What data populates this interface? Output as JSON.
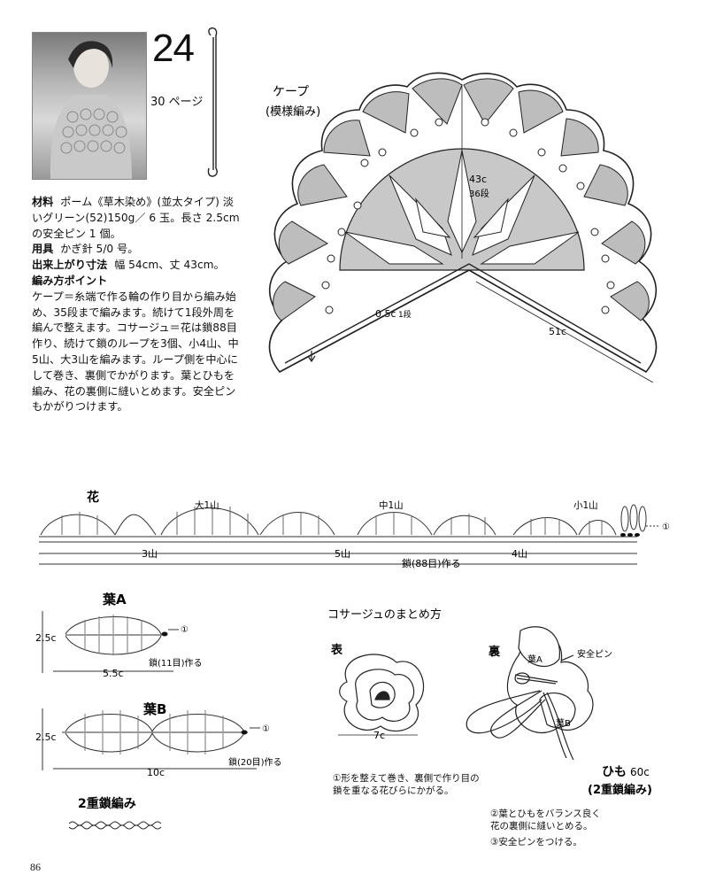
{
  "header": {
    "pattern_number": "24",
    "page_ref": "30 ページ"
  },
  "instructions": {
    "material_label": "材料",
    "material_text": "ポーム《草木染め》(並太タイプ) 淡いグリーン(52)150g／ 6 玉。長さ 2.5cm の安全ピン 1 個。",
    "tools_label": "用具",
    "tools_text": "かぎ針 5/0 号。",
    "size_label": "出来上がり寸法",
    "size_text": "幅 54cm、丈 43cm。",
    "points_label": "編み方ポイント",
    "points_text": "ケープ＝糸端で作る輪の作り目から編み始め、35段まで編みます。続けて1段外周を編んで整えます。コサージュ＝花は鎖88目作り、続けて鎖のループを3個、小4山、中5山、大3山を編みます。ループ側を中心にして巻き、裏側でかがります。葉とひもを編み、花の裏側に縫いとめます。安全ピンもかがりつけます。"
  },
  "cape": {
    "title": "ケープ",
    "subtitle": "(模様編み)",
    "height_label": "43c",
    "rows_label": "36段",
    "edge_label": "0.5c",
    "edge_rows": "1段",
    "width_label": "51c"
  },
  "flower": {
    "title": "花",
    "large_label": "大1山",
    "medium_label": "中1山",
    "small_label": "小1山",
    "count_large": "3山",
    "count_medium": "5山",
    "count_small": "4山",
    "chain_label": "鎖(88目)作る",
    "start_mark": "①"
  },
  "leafA": {
    "title": "葉A",
    "height": "2.5c",
    "width": "5.5c",
    "chain": "鎖(11目)作る",
    "start_mark": "①"
  },
  "leafB": {
    "title": "葉B",
    "height": "2.5c",
    "width": "10c",
    "chain": "鎖(20目)作る",
    "start_mark": "①"
  },
  "double_chain": {
    "title": "2重鎖編み"
  },
  "corsage": {
    "title": "コサージュのまとめ方",
    "front_label": "表",
    "back_label": "裏",
    "width": "7c",
    "leafA_label": "葉A",
    "leafB_label": "葉B",
    "pin_label": "安全ピン",
    "string_label": "ひも",
    "string_len": "60c",
    "string_sub": "(2重鎖編み)",
    "note1": "①形を整えて巻き、裏側で作り目の鎖を重なる花びらにかがる。",
    "note2": "②葉とひもをバランス良く花の裏側に縫いとめる。",
    "note3": "③安全ピンをつける。"
  },
  "footer": {
    "page_number": "86"
  }
}
